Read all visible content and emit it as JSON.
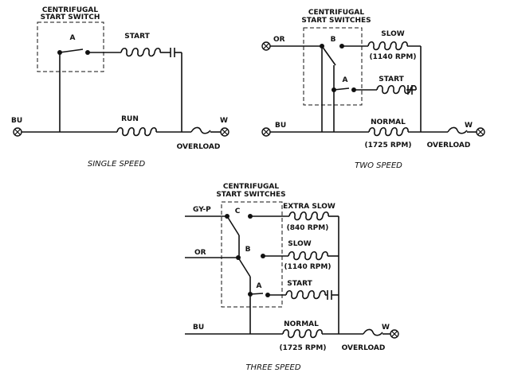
{
  "single_speed": {
    "caption": "SINGLE SPEED",
    "switch_label_1": "CENTRIFUGAL",
    "switch_label_2": "START SWITCH",
    "contact_a": "A",
    "start": "START",
    "run": "RUN",
    "lead_bu": "BU",
    "lead_w": "W",
    "overload": "OVERLOAD"
  },
  "two_speed": {
    "caption": "TWO SPEED",
    "switch_label_1": "CENTRIFUGAL",
    "switch_label_2": "START SWITCHES",
    "contact_a": "A",
    "contact_b": "B",
    "lead_or": "OR",
    "lead_bu": "BU",
    "lead_w": "W",
    "slow": "SLOW",
    "slow_rpm": "(1140 RPM)",
    "start": "START",
    "normal": "NORMAL",
    "normal_rpm": "(1725 RPM)",
    "overload": "OVERLOAD"
  },
  "three_speed": {
    "caption": "THREE SPEED",
    "switch_label_1": "CENTRIFUGAL",
    "switch_label_2": "START SWITCHES",
    "contact_a": "A",
    "contact_b": "B",
    "contact_c": "C",
    "lead_gyp": "GY-P",
    "lead_or": "OR",
    "lead_bu": "BU",
    "lead_w": "W",
    "extra_slow": "EXTRA SLOW",
    "extra_slow_rpm": "(840 RPM)",
    "slow": "SLOW",
    "slow_rpm": "(1140 RPM)",
    "start": "START",
    "normal": "NORMAL",
    "normal_rpm": "(1725 RPM)",
    "overload": "OVERLOAD"
  }
}
